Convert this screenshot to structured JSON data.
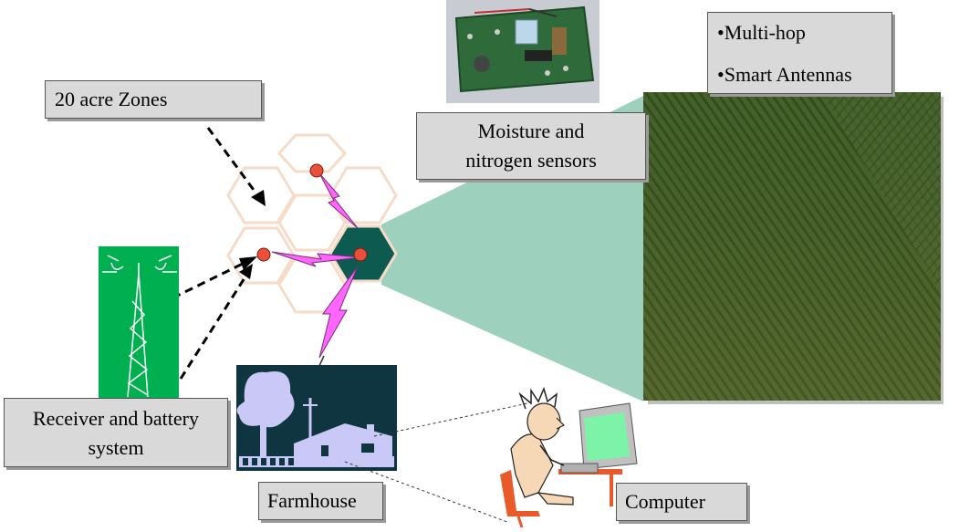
{
  "labels": {
    "zones": "20 acre Zones",
    "sensors_line1": "Moisture and",
    "sensors_line2": "nitrogen sensors",
    "receiver_line1": "Receiver and battery",
    "receiver_line2": "system",
    "farmhouse": "Farmhouse",
    "computer": "Computer"
  },
  "features": [
    "•Multi-hop",
    "•Smart Antennas"
  ],
  "icons": [
    "sensor-board-photo",
    "radio-tower-icon",
    "farmhouse-icon",
    "computer-user-icon",
    "crop-field-photo",
    "lightning-link-icon"
  ],
  "colors": {
    "hex_outline": "#f6dcc8",
    "active_hex": "#0d5a50",
    "node": "#e8503a",
    "beam": "#9ed1bd",
    "field": "#4a6b2e",
    "tower_bg": "#00b050",
    "farm_bg": "#0f3540",
    "link": "#ff66ff"
  }
}
